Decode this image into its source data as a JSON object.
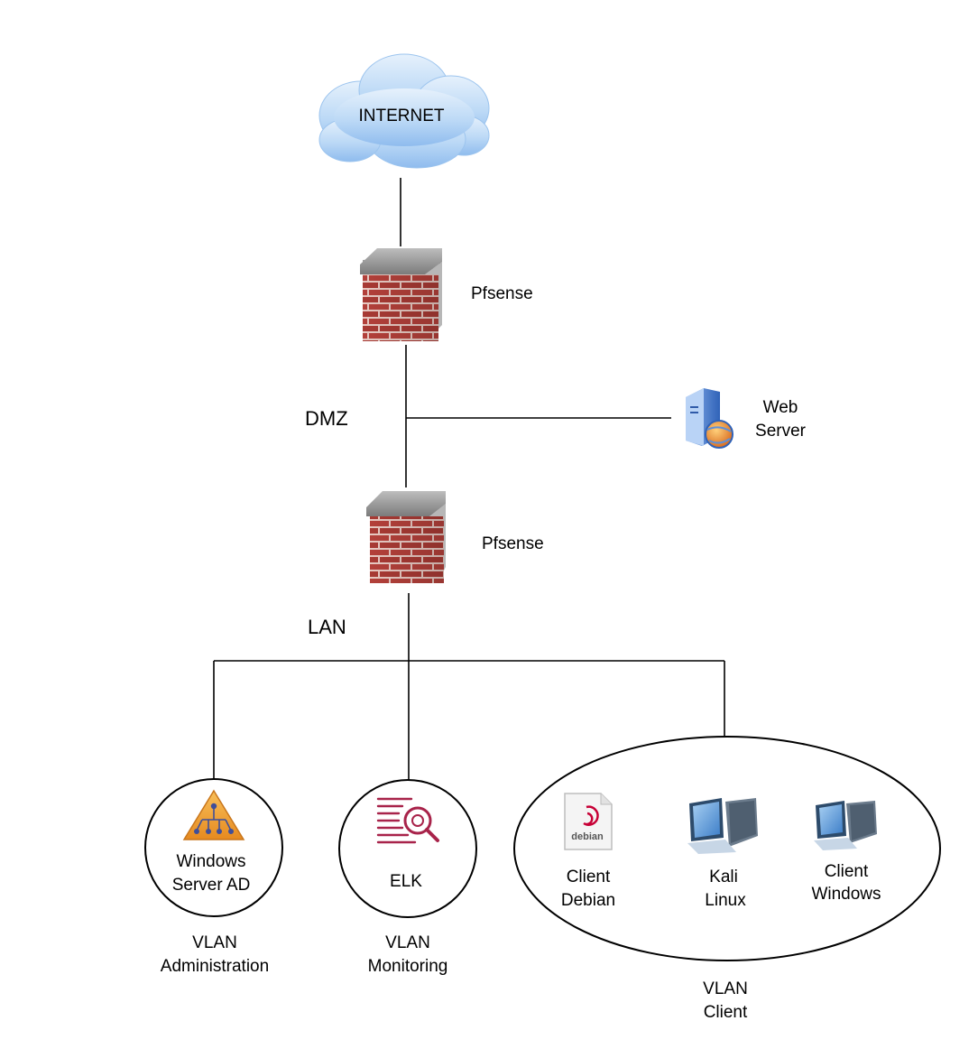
{
  "nodes": {
    "internet": {
      "label": "INTERNET",
      "icon": "cloud-icon"
    },
    "pfsense_top": {
      "label": "Pfsense",
      "icon": "firewall-icon"
    },
    "web_server": {
      "label_line1": "Web",
      "label_line2": "Server",
      "icon": "web-server-icon"
    },
    "pfsense_bottom": {
      "label": "Pfsense",
      "icon": "firewall-icon"
    },
    "windows_ad": {
      "label_line1": "Windows",
      "label_line2": "Server AD",
      "icon": "directory-hierarchy-icon"
    },
    "elk": {
      "label": "ELK",
      "icon": "log-search-icon"
    },
    "client_debian": {
      "label_line1": "Client",
      "label_line2": "Debian",
      "icon": "debian-icon"
    },
    "kali_linux": {
      "label_line1": "Kali",
      "label_line2": "Linux",
      "icon": "workstation-icon"
    },
    "client_windows": {
      "label_line1": "Client",
      "label_line2": "Windows",
      "icon": "workstation-icon"
    }
  },
  "zones": {
    "dmz": "DMZ",
    "lan": "LAN"
  },
  "vlans": {
    "administration": {
      "line1": "VLAN",
      "line2": "Administration"
    },
    "monitoring": {
      "line1": "VLAN",
      "line2": "Monitoring"
    },
    "client": {
      "line1": "VLAN",
      "line2": "Client"
    }
  },
  "icons": {
    "debian_text": "debian"
  },
  "colors": {
    "brick": "#b3403a",
    "mortar": "#e9c9c2",
    "wall_cap": "#8e8e8e",
    "cloud": "#b9d8f5",
    "ad_triangle": "#f0a23a",
    "elk": "#a8234a",
    "server_blue": "#4a86d6",
    "monitor_screen": "#6ea8de"
  }
}
